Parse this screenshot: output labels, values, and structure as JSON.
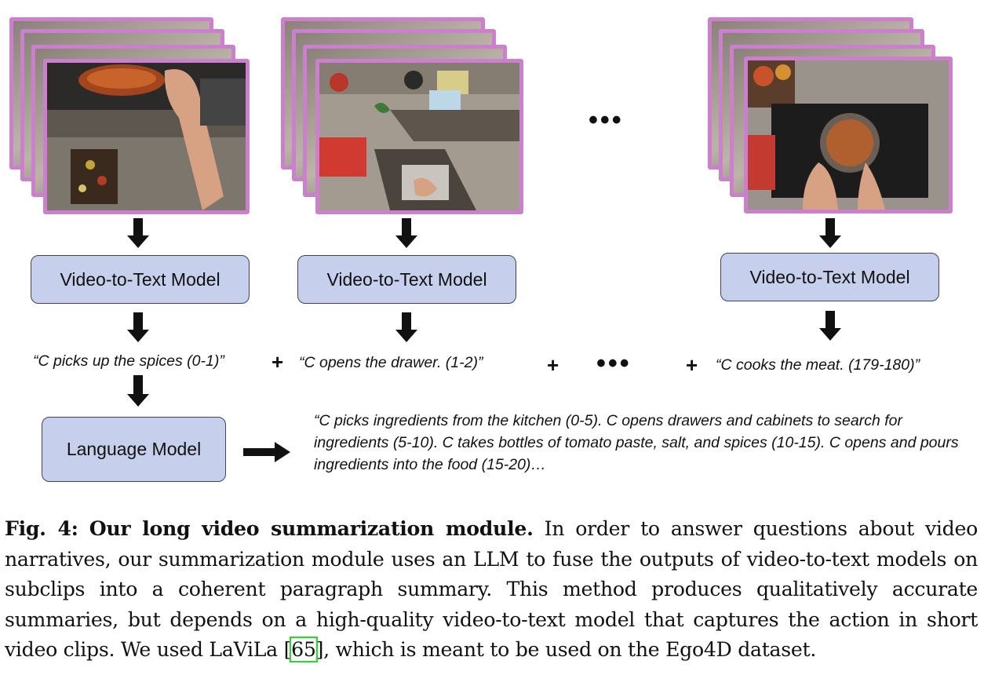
{
  "diagram": {
    "model_label": "Video-to-Text Model",
    "language_model_label": "Language Model",
    "ellipsis": "•••",
    "plus": "+",
    "narrations": [
      "“C picks up the spices (0-1)”",
      "“C opens the drawer. (1-2)”",
      "“C cooks the meat. (179-180)”"
    ],
    "summary": "“C picks ingredients from the kitchen (0-5). C opens drawers and cabinets to search for ingredients (5-10). C takes bottles of tomato paste, salt, and spices (10-15). C opens and pours ingredients into the food (15-20)…",
    "frame_border_color": "#cc7fcc",
    "box_color": "#c6d0ec"
  },
  "caption": {
    "label": "Fig. 4:",
    "title": "Our long video summarization module.",
    "text_before_cite": "In order to answer questions about video narratives, our summarization module uses an LLM to fuse the outputs of video-to-text models on subclips into a coherent paragraph summary. This method produces qualitatively accurate summaries, but depends on a high-quality video-to-text model that captures the action in short video clips. We used LaViLa [",
    "cite": "65",
    "text_after_cite": "], which is meant to be used on the Ego4D dataset.",
    "cite_box_color": "#22dd22"
  }
}
